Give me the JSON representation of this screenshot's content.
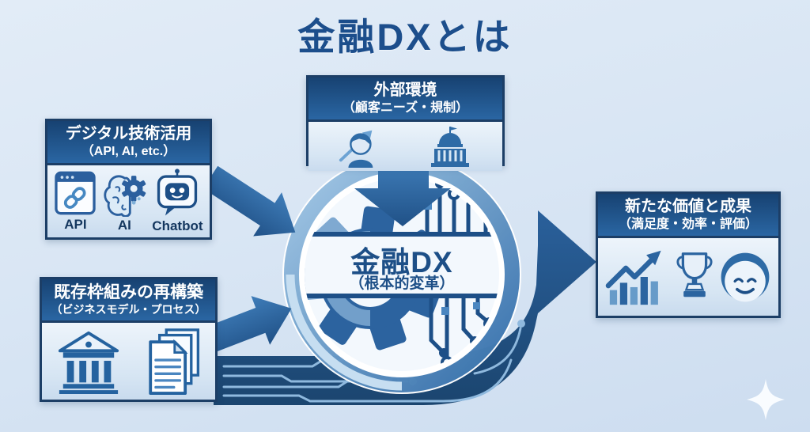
{
  "title": "金融DXとは",
  "center": {
    "label": "金融DX",
    "sublabel": "（根本的変革）",
    "icons": [
      "gear-icon",
      "circuit-board-icon"
    ]
  },
  "boxes": {
    "external": {
      "title": "外部環境",
      "subtitle": "（顧客ニーズ・規制）",
      "icons": [
        "person-growth-icon",
        "government-building-icon"
      ]
    },
    "digital": {
      "title": "デジタル技術活用",
      "subtitle": "（API, AI, etc.）",
      "items": [
        {
          "label": "API",
          "icon": "api-window-icon"
        },
        {
          "label": "AI",
          "icon": "ai-brain-gear-icon"
        },
        {
          "label": "Chatbot",
          "icon": "chatbot-icon"
        }
      ]
    },
    "framework": {
      "title": "既存枠組みの再構築",
      "subtitle": "（ビジネスモデル・プロセス）",
      "icons": [
        "bank-icon",
        "documents-icon"
      ]
    },
    "outcome": {
      "title": "新たな価値と成果",
      "subtitle": "（満足度・効率・評価）",
      "icons": [
        "growth-chart-icon",
        "trophy-icon",
        "smiley-face-icon"
      ]
    }
  },
  "decorations": {
    "sparkle": "sparkle-icon"
  },
  "colors": {
    "accent_dark": "#1d4f87",
    "header_gradient_top": "#174272",
    "header_gradient_bottom": "#2a66a3",
    "band": "#1f4e82",
    "light_trace": "#8fb9de",
    "background": "#d9e6f4",
    "box_border": "#1c3e66",
    "title_text": "#1c4e8c"
  }
}
